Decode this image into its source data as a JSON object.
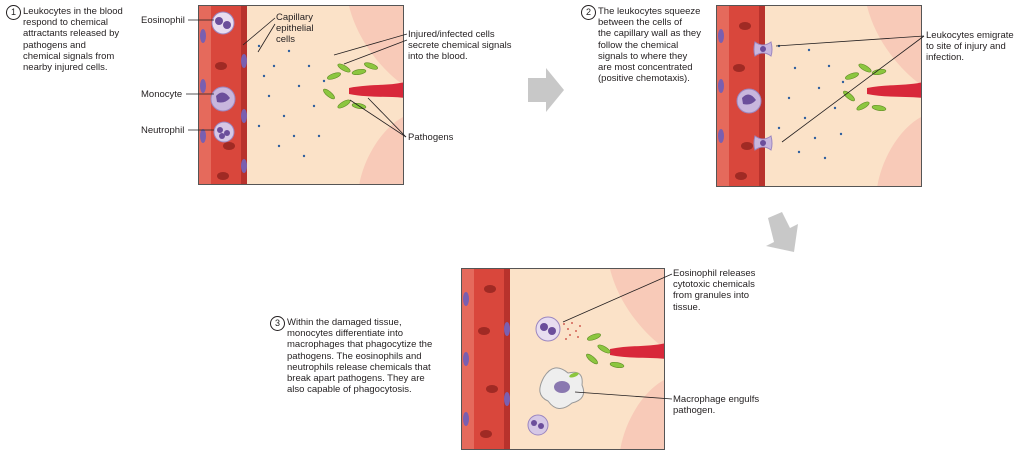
{
  "step1": {
    "number": "1",
    "text": "Leukocytes in the blood\nrespond to chemical\nattractants released by\npathogens and\nchemical signals from\nnearby injured cells.",
    "labels": {
      "eosinophil": "Eosinophil",
      "monocyte": "Monocyte",
      "neutrophil": "Neutrophil",
      "capillary": "Capillary\nepithelial\ncells",
      "injured": "Injured/infected cells\nsecrete chemical signals\ninto the blood.",
      "pathogens": "Pathogens"
    }
  },
  "step2": {
    "number": "2",
    "text": "The leukocytes squeeze\nbetween the cells of\nthe capillary wall as they\nfollow the chemical\nsignals to where they\nare most concentrated\n(positive chemotaxis).",
    "labels": {
      "emigrate": "Leukocytes emigrate\nto site of injury and\ninfection."
    }
  },
  "step3": {
    "number": "3",
    "text": "Within the damaged tissue,\nmonocytes differentiate into\nmacrophages that phagocytize the\npathogens. The eosinophils and\nneutrophils release chemicals that\nbreak apart pathogens. They are\nalso capable of phagocytosis.",
    "labels": {
      "eosinophil_releases": "Eosinophil releases\ncytotoxic chemicals\nfrom granules into\ntissue.",
      "macrophage": "Macrophage engulfs\npathogen."
    }
  },
  "arrows": {
    "icon": "gray-block-arrow"
  },
  "colors": {
    "vessel": "#c63a32",
    "vessel_dark": "#9e2a24",
    "tissue": "#fbe2c8",
    "tissue_pink": "#f6c1b0",
    "pathogen": "#8cc63f",
    "chem_dot": "#2e5f9e",
    "leukocyte": "#c8b6dd",
    "nucleus": "#6b4e9b",
    "arrow": "#c8c8c8"
  }
}
